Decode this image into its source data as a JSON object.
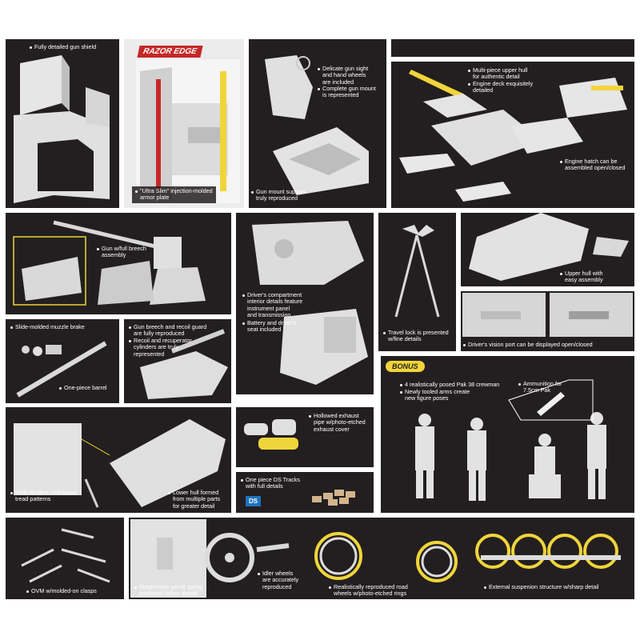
{
  "branding": {
    "razor_edge_logo": "RAZOR EDGE",
    "bonus_badge": "BONUS",
    "ds_badge": "DS"
  },
  "colors": {
    "panel_bg": "#231f20",
    "part_gray": "#d9d9d9",
    "photo_etch_yellow": "#f0d53a",
    "track_tan": "#d2b48c"
  },
  "captions": {
    "gun_shield": "Fully detailed gun shield",
    "armor_plate_l1": "\"Ultra Slim\" injection-molded",
    "armor_plate_l2": "armor plate",
    "gun_sight_l1": "Delicate gun sight",
    "gun_sight_l2": "and hand wheels",
    "gun_sight_l3": "are included",
    "gun_mount_l1": "Complete gun mount",
    "gun_mount_l2": "is represented",
    "gun_mount_support_l1": "Gun mount support",
    "gun_mount_support_l2": "truly reproduced",
    "upper_hull_l1": "Multi-piece upper hull",
    "upper_hull_l2": "for authentic detail",
    "engine_deck_l1": "Engine deck exquisitely",
    "engine_deck_l2": "detailed",
    "engine_hatch_l1": "Engine hatch can be",
    "engine_hatch_l2": "assembled open/closed",
    "gun_breech_l1": "Gun w/full breech",
    "gun_breech_l2": "assembly",
    "driver_comp_l1": "Driver's compartment",
    "driver_comp_l2": "interior details feature",
    "driver_comp_l3": "instrument panel",
    "driver_comp_l4": "and transmission",
    "battery_l1": "Battery and driver's",
    "battery_l2": "seat included",
    "upper_hull_easy_l1": "Upper hull with",
    "upper_hull_easy_l2": "easy assembly",
    "muzzle_brake": "Slide-molded muzzle brake",
    "barrel": "One-piece barrel",
    "recoil_guard_l1": "Gun breech and recoil guard",
    "recoil_guard_l2": "are fully reproduced",
    "recuperator_l1": "Recoil and recuperator",
    "recuperator_l2": "cylinders are truly",
    "recuperator_l3": "represented",
    "travel_lock_l1": "Travel lock is presented",
    "travel_lock_l2": "w/fine details",
    "vision_port": "Driver's vision port can be displayed open/closed",
    "crewman_l1": "4 realistically posed Pak 38 crewman",
    "arms_l1": "Newly tooled arms create",
    "arms_l2": "new figure poses",
    "ammo_l1": "Ammunition for",
    "ammo_l2": "7.5cm Pak",
    "fenders_l1": "Slide fenders w/detailed",
    "fenders_l2": "tread patterns",
    "lower_hull_l1": "Lower hull formed",
    "lower_hull_l2": "from multiple parts",
    "lower_hull_l3": "for greater detail",
    "exhaust_l1": "Hollowed exhaust",
    "exhaust_l2": "pipe w/photo-etched",
    "exhaust_l3": "exhaust cover",
    "tracks_l1": "One piece DS Tracks",
    "tracks_l2": "with full details",
    "ovm": "OVM w/molded-on clasps",
    "suspension_l1": "Suspension w/coil spring",
    "suspension_l2": "produced w/fine details",
    "idler_l1": "Idler wheels",
    "idler_l2": "are accurately",
    "idler_l3": "reproduced",
    "road_wheels_l1": "Realistically reproduced road",
    "road_wheels_l2": "wheels w/photo-etched rings",
    "ext_suspension": "External suspenion structure w/sharp detail"
  }
}
